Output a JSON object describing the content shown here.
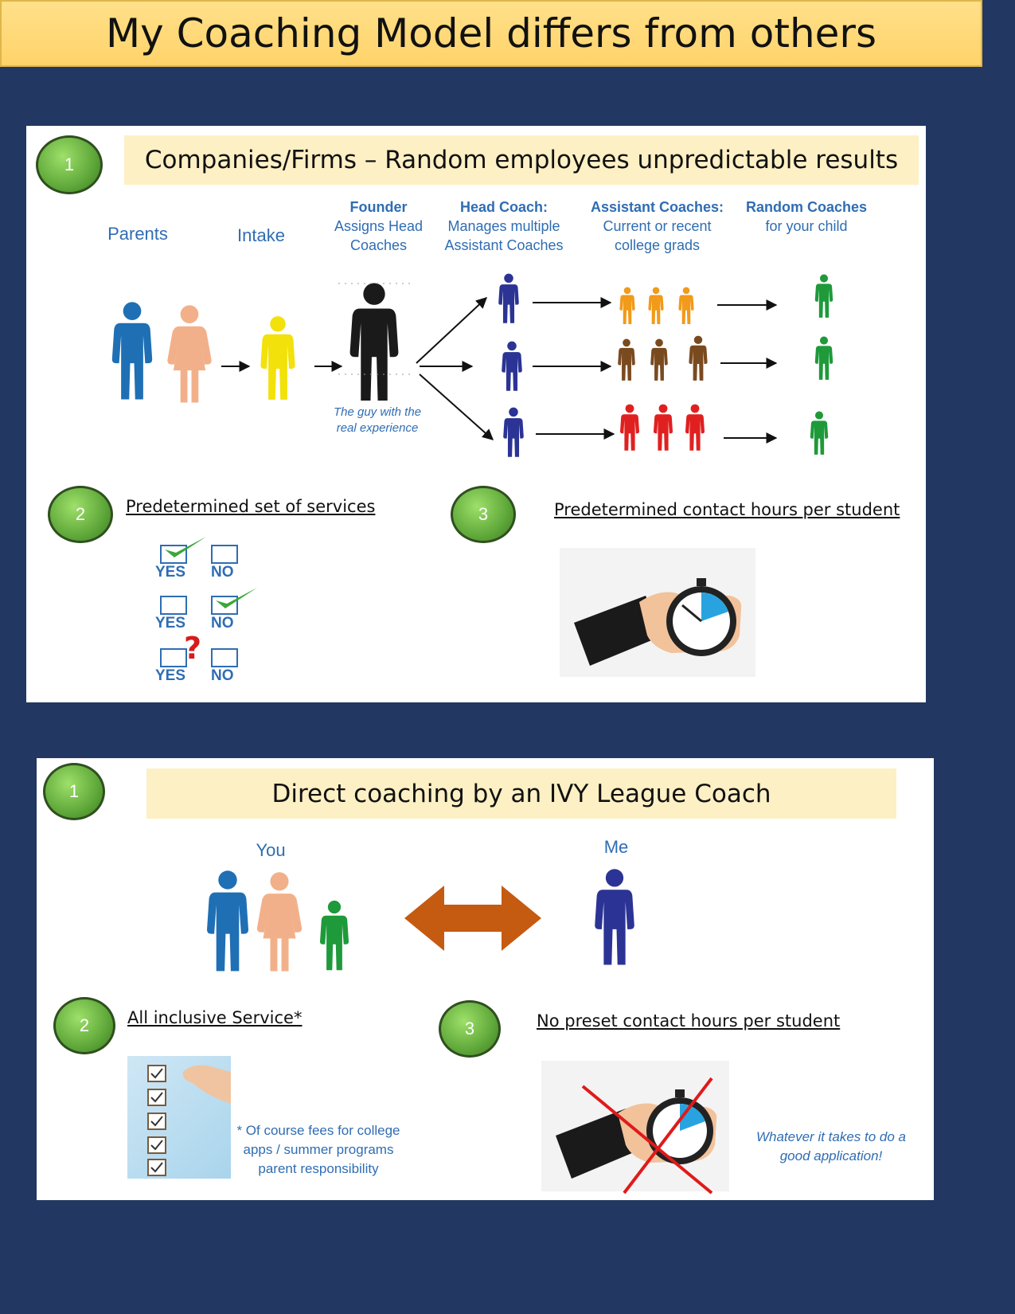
{
  "title": "My Coaching Model differs from others",
  "panel_top": {
    "badge1": "1",
    "band": "Companies/Firms – Random employees unpredictable results",
    "labels": {
      "parents": "Parents",
      "intake": "Intake",
      "founder_bold": "Founder",
      "founder_rest": "Assigns Head Coaches",
      "head_bold": "Head Coach:",
      "head_rest": "Manages multiple Assistant Coaches",
      "assist_bold": "Assistant Coaches:",
      "assist_rest": "Current or recent college grads",
      "random_bold": "Random Coaches",
      "random_rest": "for your child"
    },
    "founder_note": "The guy with the real experience",
    "badge2": "2",
    "services_heading": "Predetermined set of services",
    "yes": "YES",
    "no": "NO",
    "question": "?",
    "badge3": "3",
    "hours_heading": "Predetermined contact hours per student"
  },
  "panel_bottom": {
    "badge1": "1",
    "band": "Direct coaching by an IVY League Coach",
    "you": "You",
    "me": "Me",
    "badge2": "2",
    "service_heading": "All inclusive Service*",
    "fees_note": "* Of course fees for college apps / summer programs parent responsibility",
    "badge3": "3",
    "hours_heading": "No preset contact hours per student",
    "whatever_note": "Whatever it takes to do a good application!"
  },
  "colors": {
    "background": "#223761",
    "title_banner": "#ffd36a",
    "band": "#fdf0c4",
    "label_blue": "#2f6db3",
    "father": "#1f6fb5",
    "mother": "#f2b08a",
    "intake": "#f2e10a",
    "founder": "#1a1a1a",
    "head_coach": "#2b3494",
    "assistant_orange": "#f29a1a",
    "assistant_brown": "#7a4a1f",
    "assistant_red": "#e02020",
    "random_green": "#1e9a3a",
    "double_arrow": "#c55a11"
  }
}
